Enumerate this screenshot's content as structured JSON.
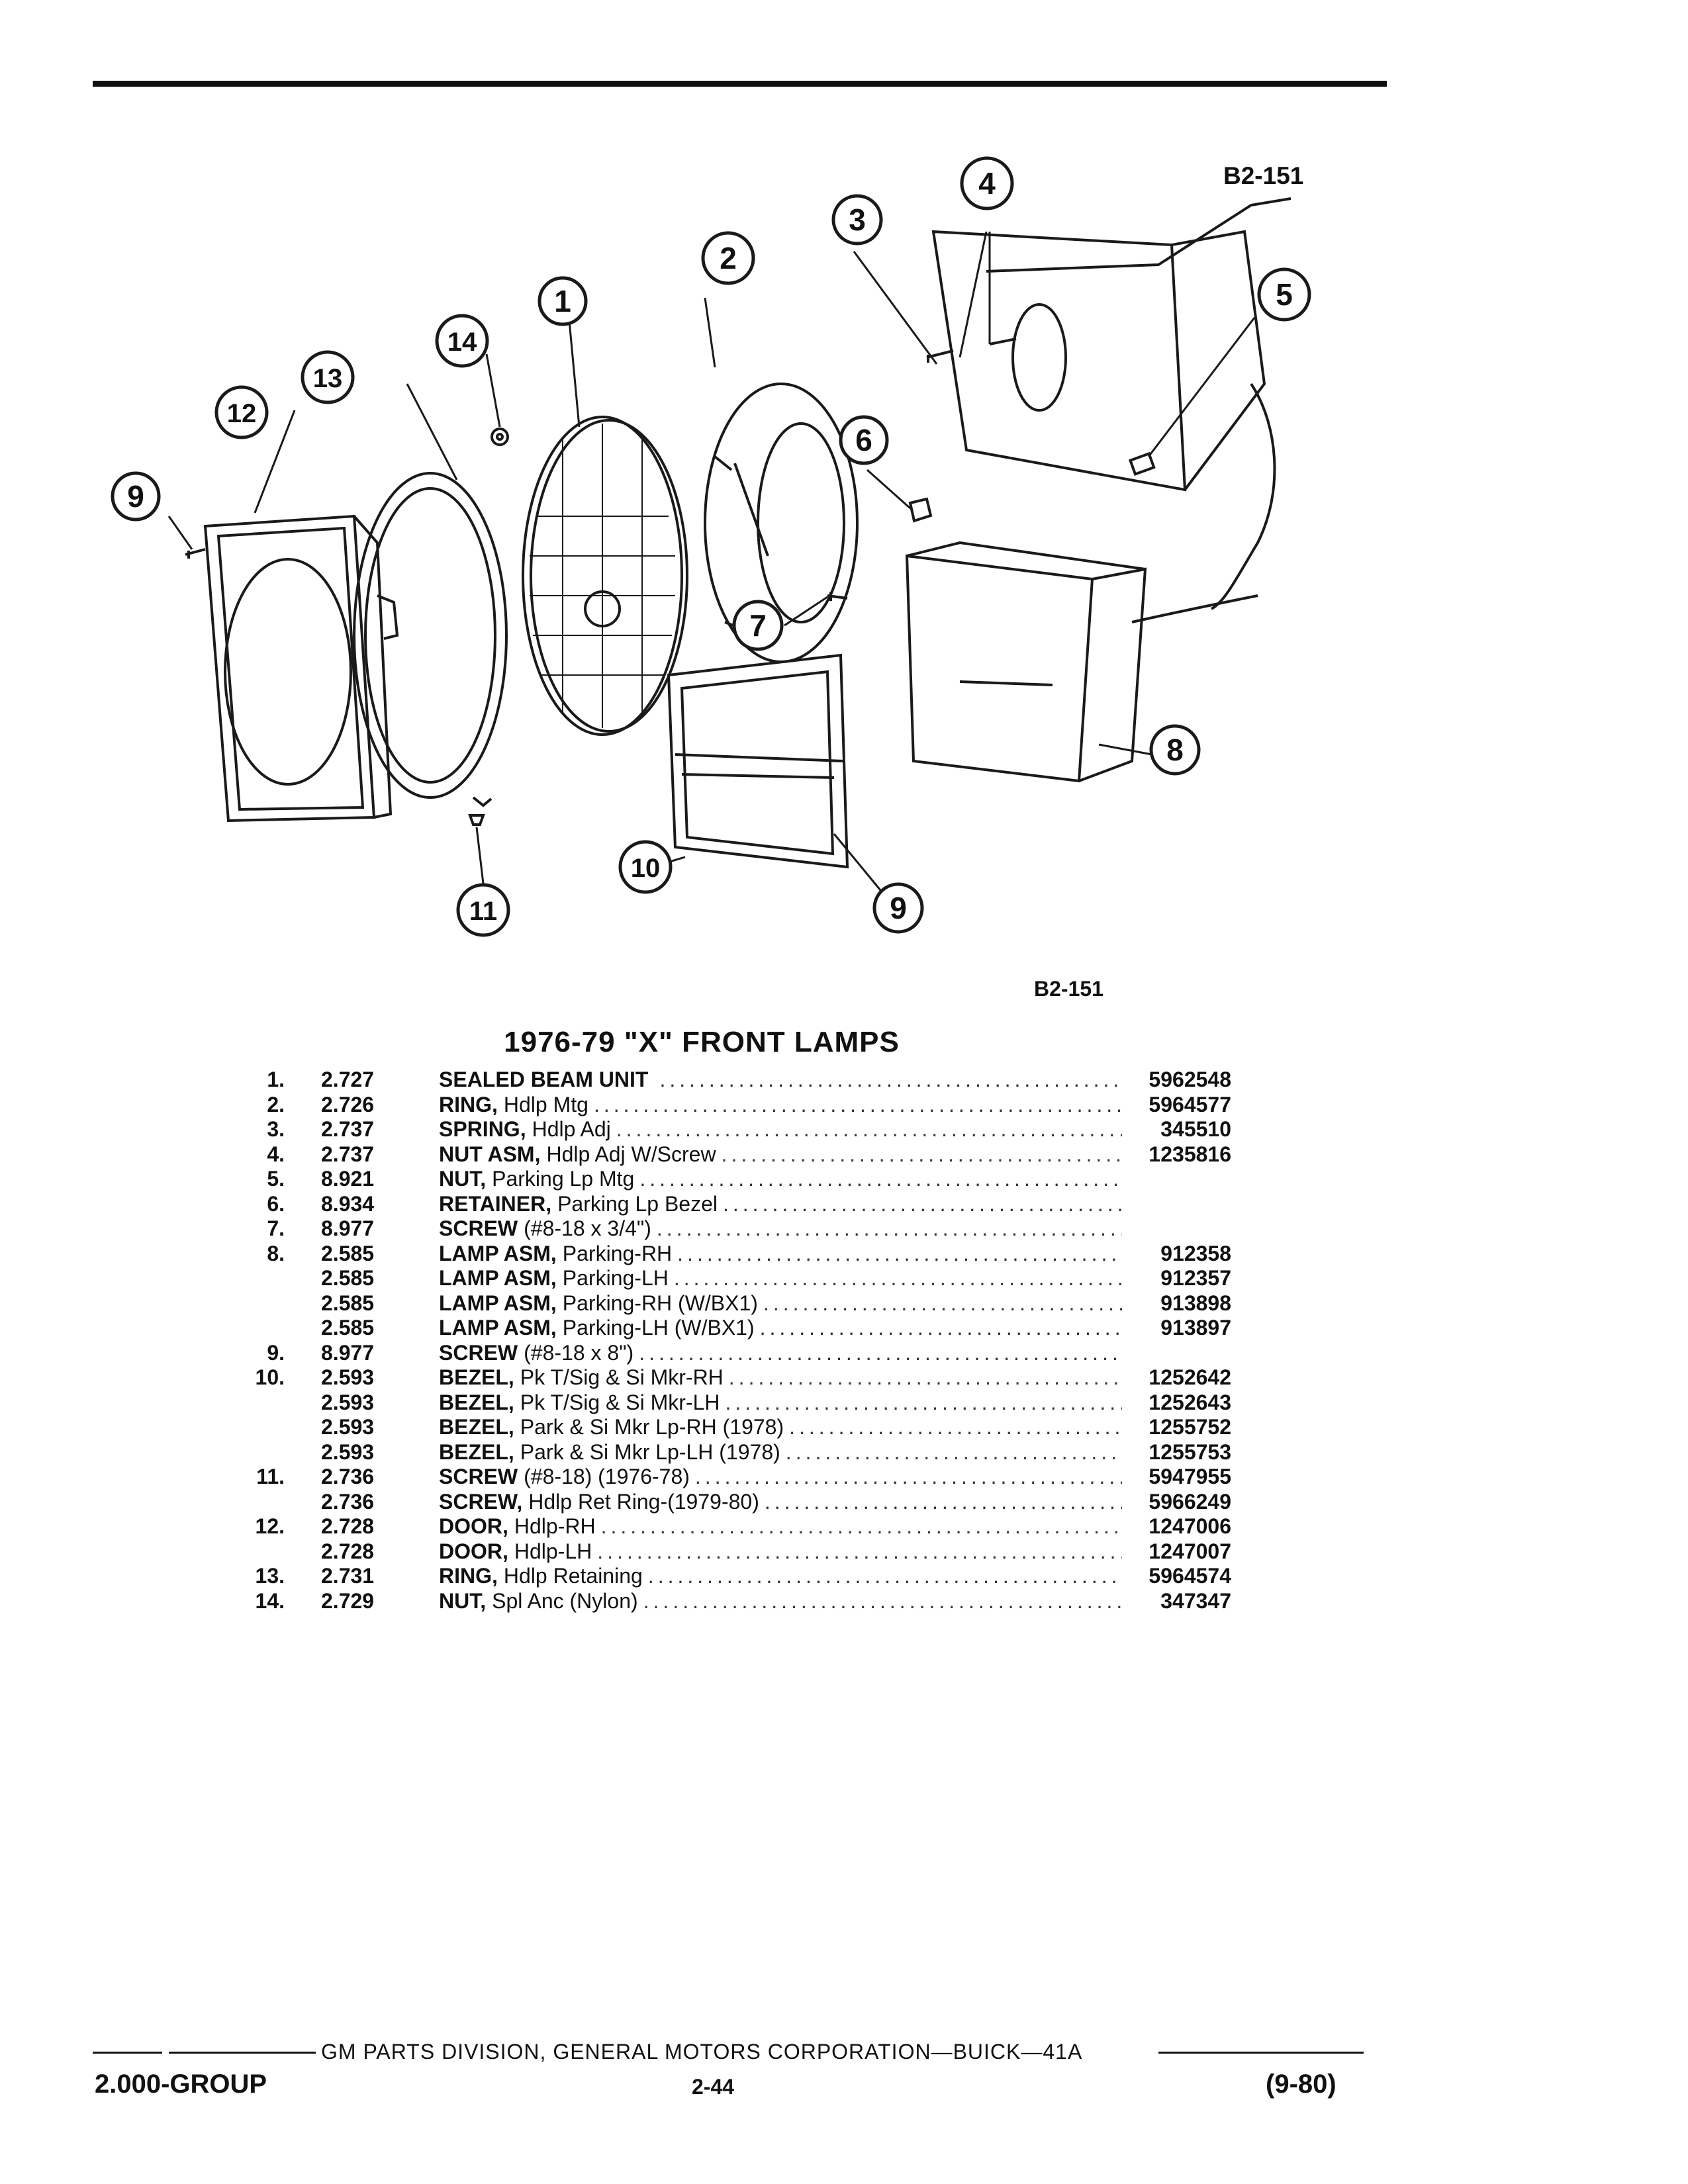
{
  "figure": {
    "code_top": "B2-151",
    "code_bottom": "B2-151"
  },
  "diagram_callouts": [
    "1",
    "2",
    "3",
    "4",
    "5",
    "6",
    "7",
    "8",
    "9",
    "9",
    "10",
    "11",
    "12",
    "13",
    "14"
  ],
  "section": {
    "title": "1976-79 \"X\" FRONT LAMPS"
  },
  "parts": [
    {
      "index": "1.",
      "group": "2.727",
      "name": "SEALED BEAM UNIT",
      "detail": "",
      "number": "5962548"
    },
    {
      "index": "2.",
      "group": "2.726",
      "name": "RING,",
      "detail": "Hdlp Mtg",
      "number": "5964577"
    },
    {
      "index": "3.",
      "group": "2.737",
      "name": "SPRING,",
      "detail": "Hdlp Adj",
      "number": "345510"
    },
    {
      "index": "4.",
      "group": "2.737",
      "name": "NUT ASM,",
      "detail": "Hdlp Adj W/Screw",
      "number": "1235816"
    },
    {
      "index": "5.",
      "group": "8.921",
      "name": "NUT,",
      "detail": "Parking Lp Mtg",
      "number": ""
    },
    {
      "index": "6.",
      "group": "8.934",
      "name": "RETAINER,",
      "detail": "Parking Lp Bezel",
      "number": ""
    },
    {
      "index": "7.",
      "group": "8.977",
      "name": "SCREW",
      "detail": "(#8-18 x 3/4\")",
      "number": ""
    },
    {
      "index": "8.",
      "group": "2.585",
      "name": "LAMP ASM,",
      "detail": "Parking-RH",
      "number": "912358"
    },
    {
      "index": "",
      "group": "2.585",
      "name": "LAMP ASM,",
      "detail": "Parking-LH",
      "number": "912357"
    },
    {
      "index": "",
      "group": "2.585",
      "name": "LAMP ASM,",
      "detail": "Parking-RH (W/BX1)",
      "number": "913898"
    },
    {
      "index": "",
      "group": "2.585",
      "name": "LAMP ASM,",
      "detail": "Parking-LH (W/BX1)",
      "number": "913897"
    },
    {
      "index": "9.",
      "group": "8.977",
      "name": "SCREW",
      "detail": "(#8-18 x 8\")",
      "number": ""
    },
    {
      "index": "10.",
      "group": "2.593",
      "name": "BEZEL,",
      "detail": "Pk T/Sig & Si Mkr-RH",
      "number": "1252642"
    },
    {
      "index": "",
      "group": "2.593",
      "name": "BEZEL,",
      "detail": "Pk T/Sig & Si Mkr-LH",
      "number": "1252643"
    },
    {
      "index": "",
      "group": "2.593",
      "name": "BEZEL,",
      "detail": "Park & Si Mkr Lp-RH (1978)",
      "number": "1255752"
    },
    {
      "index": "",
      "group": "2.593",
      "name": "BEZEL,",
      "detail": "Park & Si Mkr Lp-LH (1978)",
      "number": "1255753"
    },
    {
      "index": "11.",
      "group": "2.736",
      "name": "SCREW",
      "detail": "(#8-18) (1976-78)",
      "number": "5947955"
    },
    {
      "index": "",
      "group": "2.736",
      "name": "SCREW,",
      "detail": "Hdlp Ret Ring-(1979-80)",
      "number": "5966249"
    },
    {
      "index": "12.",
      "group": "2.728",
      "name": "DOOR,",
      "detail": "Hdlp-RH",
      "number": "1247006"
    },
    {
      "index": "",
      "group": "2.728",
      "name": "DOOR,",
      "detail": "Hdlp-LH",
      "number": "1247007"
    },
    {
      "index": "13.",
      "group": "2.731",
      "name": "RING,",
      "detail": "Hdlp Retaining",
      "number": "5964574"
    },
    {
      "index": "14.",
      "group": "2.729",
      "name": "NUT,",
      "detail": "Spl Anc (Nylon)",
      "number": "347347"
    }
  ],
  "footer": {
    "publisher": "GM PARTS DIVISION, GENERAL MOTORS CORPORATION—BUICK—41A",
    "group": "2.000-GROUP",
    "page": "2-44",
    "revision": "(9-80)"
  }
}
